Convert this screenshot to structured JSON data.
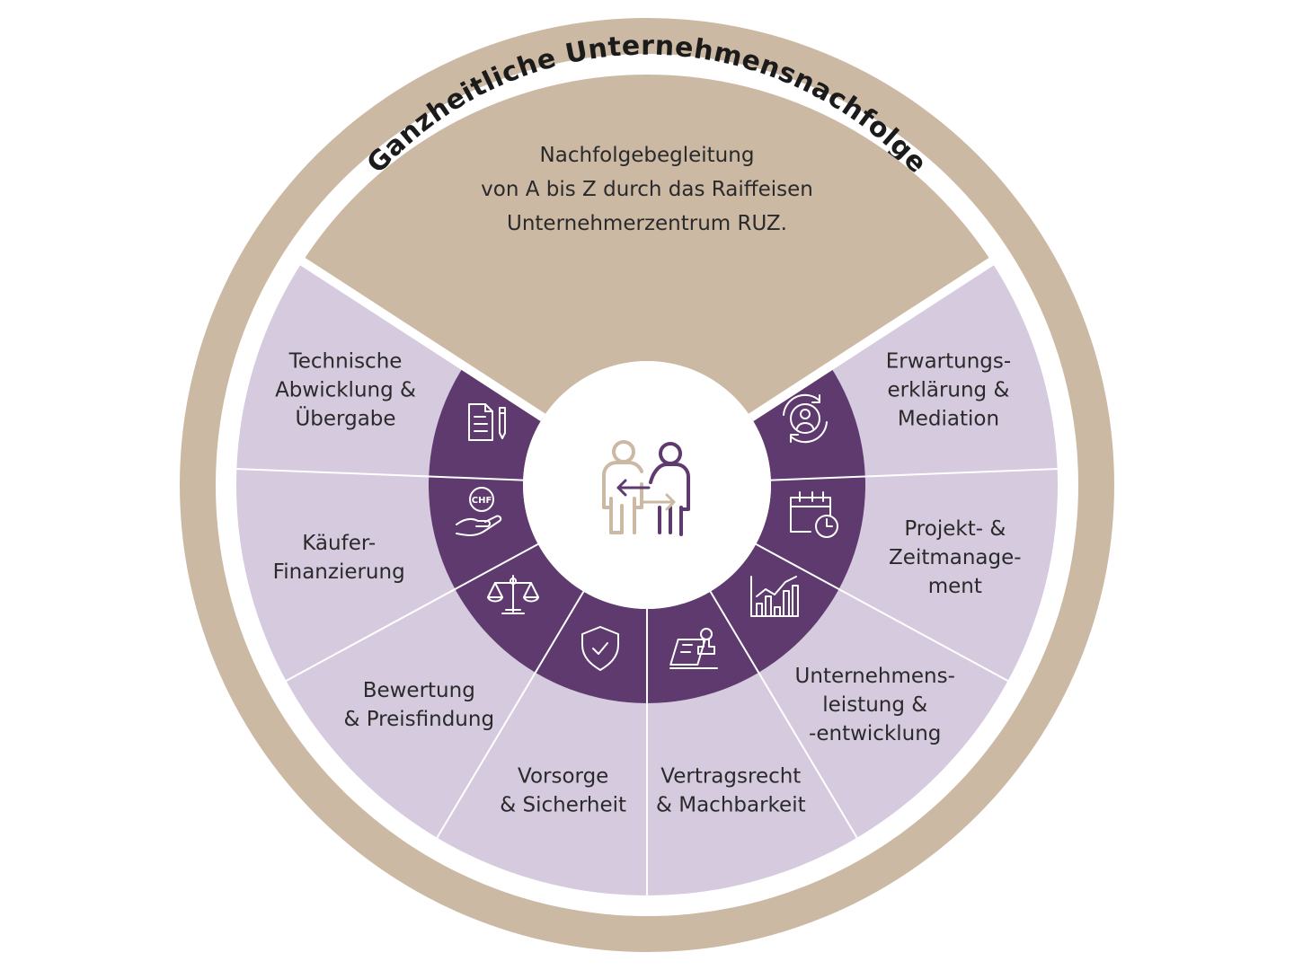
{
  "title": "Ganzheitliche Unternehmensnachfolge",
  "center_top": {
    "lines": [
      "Nachfolgebegleitung",
      "von A bis Z durch das Raiffeisen",
      "Unternehmerzentrum RUZ."
    ]
  },
  "segments": [
    {
      "icon": "document-pen-icon",
      "lines": [
        "Technische",
        "Abwicklung &",
        "Übergabe"
      ]
    },
    {
      "icon": "chf-hand-icon",
      "lines": [
        "Käufer-",
        "Finanzierung"
      ]
    },
    {
      "icon": "scales-icon",
      "lines": [
        "Bewertung",
        "& Preisfindung"
      ]
    },
    {
      "icon": "shield-check-icon",
      "lines": [
        "Vorsorge",
        "& Sicherheit"
      ]
    },
    {
      "icon": "stamp-contract-icon",
      "lines": [
        "Vertragsrecht",
        "& Machbarkeit"
      ]
    },
    {
      "icon": "bar-chart-icon",
      "lines": [
        "Unternehmens-",
        "leistung &",
        "-entwicklung"
      ]
    },
    {
      "icon": "calendar-clock-icon",
      "lines": [
        "Projekt- &",
        "Zeitmanage-",
        "ment"
      ]
    },
    {
      "icon": "person-cycle-icon",
      "lines": [
        "Erwartungs-",
        "erklärung &",
        "Mediation"
      ]
    }
  ],
  "center_icon": "handover-people-icon",
  "colors": {
    "outer_ring": "#cbb9a3",
    "segment_fill": "#d6cadf",
    "icon_ring": "#5e3a6e",
    "divider": "#ffffff",
    "center_person_beige": "#cbb9a3",
    "center_person_purple": "#5e3a6e"
  }
}
